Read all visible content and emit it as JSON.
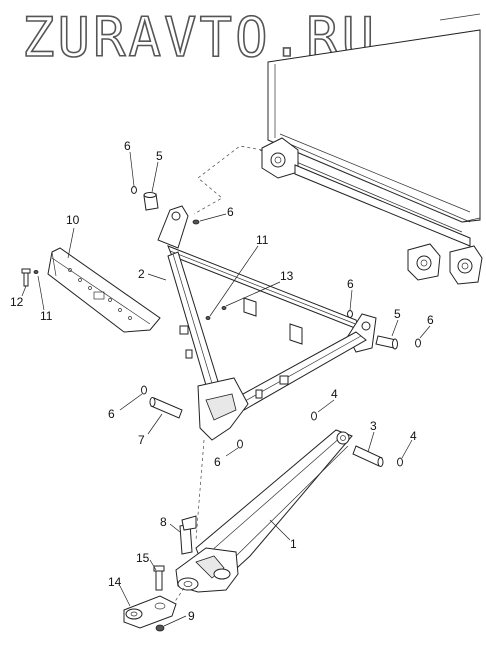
{
  "watermark": "ZURAVTO.RU",
  "diagram": {
    "callouts": [
      {
        "id": "c6a",
        "text": "6"
      },
      {
        "id": "c5a",
        "text": "5"
      },
      {
        "id": "c6b",
        "text": "6"
      },
      {
        "id": "c10",
        "text": "10"
      },
      {
        "id": "c2",
        "text": "2"
      },
      {
        "id": "c11a",
        "text": "11"
      },
      {
        "id": "c13",
        "text": "13"
      },
      {
        "id": "c12",
        "text": "12"
      },
      {
        "id": "c11b",
        "text": "11"
      },
      {
        "id": "c6c",
        "text": "6"
      },
      {
        "id": "c5b",
        "text": "5"
      },
      {
        "id": "c6d",
        "text": "6"
      },
      {
        "id": "c6e",
        "text": "6"
      },
      {
        "id": "c4a",
        "text": "4"
      },
      {
        "id": "c7",
        "text": "7"
      },
      {
        "id": "c3",
        "text": "3"
      },
      {
        "id": "c4b",
        "text": "4"
      },
      {
        "id": "c6f",
        "text": "6"
      },
      {
        "id": "c8",
        "text": "8"
      },
      {
        "id": "c1",
        "text": "1"
      },
      {
        "id": "c15",
        "text": "15"
      },
      {
        "id": "c14",
        "text": "14"
      },
      {
        "id": "c9",
        "text": "9"
      }
    ]
  }
}
